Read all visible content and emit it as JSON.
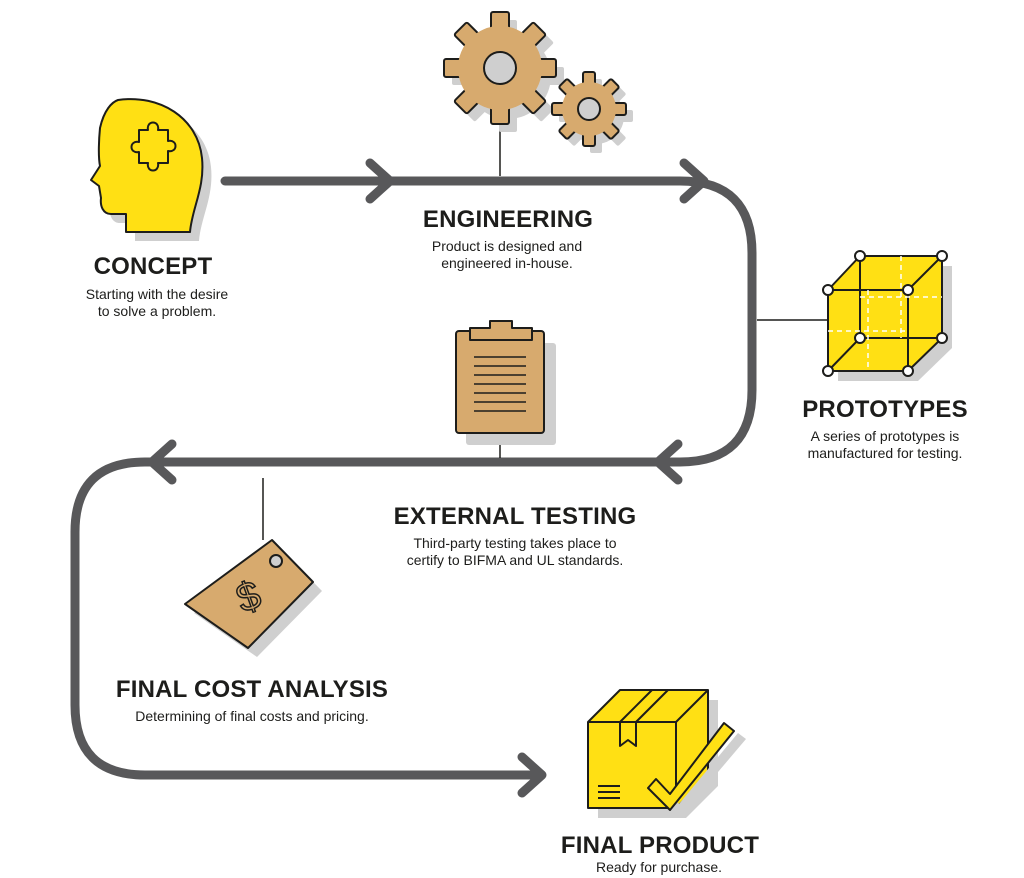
{
  "colors": {
    "accent_yellow": "#ffe014",
    "tan": "#d7aa6e",
    "path_gray": "#58585a",
    "shadow": "#cfcfcf",
    "outline": "#1d1d1b"
  },
  "stages": [
    {
      "id": "concept",
      "icon": "head-puzzle-icon",
      "title": "CONCEPT",
      "description": [
        "Starting with the desire",
        "to solve a problem."
      ]
    },
    {
      "id": "engineering",
      "icon": "gears-icon",
      "title": "ENGINEERING",
      "description": [
        "Product is designed and",
        "engineered in-house."
      ]
    },
    {
      "id": "prototypes",
      "icon": "wireframe-cube-icon",
      "title": "PROTOTYPES",
      "description": [
        "A series of prototypes is",
        "manufactured for testing."
      ]
    },
    {
      "id": "external-testing",
      "icon": "clipboard-icon",
      "title": "EXTERNAL TESTING",
      "description": [
        "Third-party testing takes place to",
        "certify to BIFMA and UL standards."
      ]
    },
    {
      "id": "final-cost-analysis",
      "icon": "price-tag-icon",
      "title": "FINAL COST ANALYSIS",
      "description": [
        "Determining of final costs and pricing."
      ]
    },
    {
      "id": "final-product",
      "icon": "box-checkmark-icon",
      "title": "FINAL PRODUCT",
      "description": [
        "Ready for purchase."
      ]
    }
  ]
}
